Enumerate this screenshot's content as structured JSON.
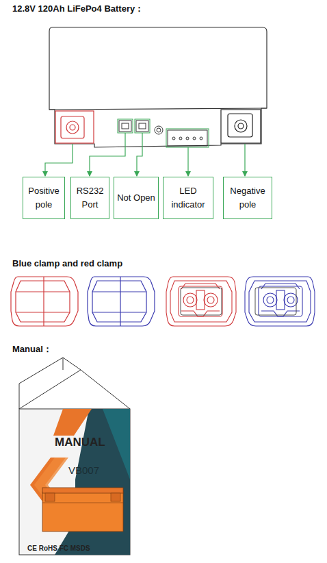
{
  "diagram": {
    "title": "12.8V 120Ah LiFePo4 Battery：",
    "nodes": [
      {
        "text": [
          "Positive pole"
        ]
      },
      {
        "text": [
          "RS232 Port"
        ]
      },
      {
        "text": [
          "Not Open"
        ]
      },
      {
        "text": [
          "LED indicator"
        ]
      },
      {
        "text": [
          "Negative pole"
        ]
      }
    ],
    "labels": [
      "Blue clamp and red clamp",
      "Manual：",
      "MANUAL",
      "VB007",
      "CE RoHS FC MSDS"
    ]
  }
}
